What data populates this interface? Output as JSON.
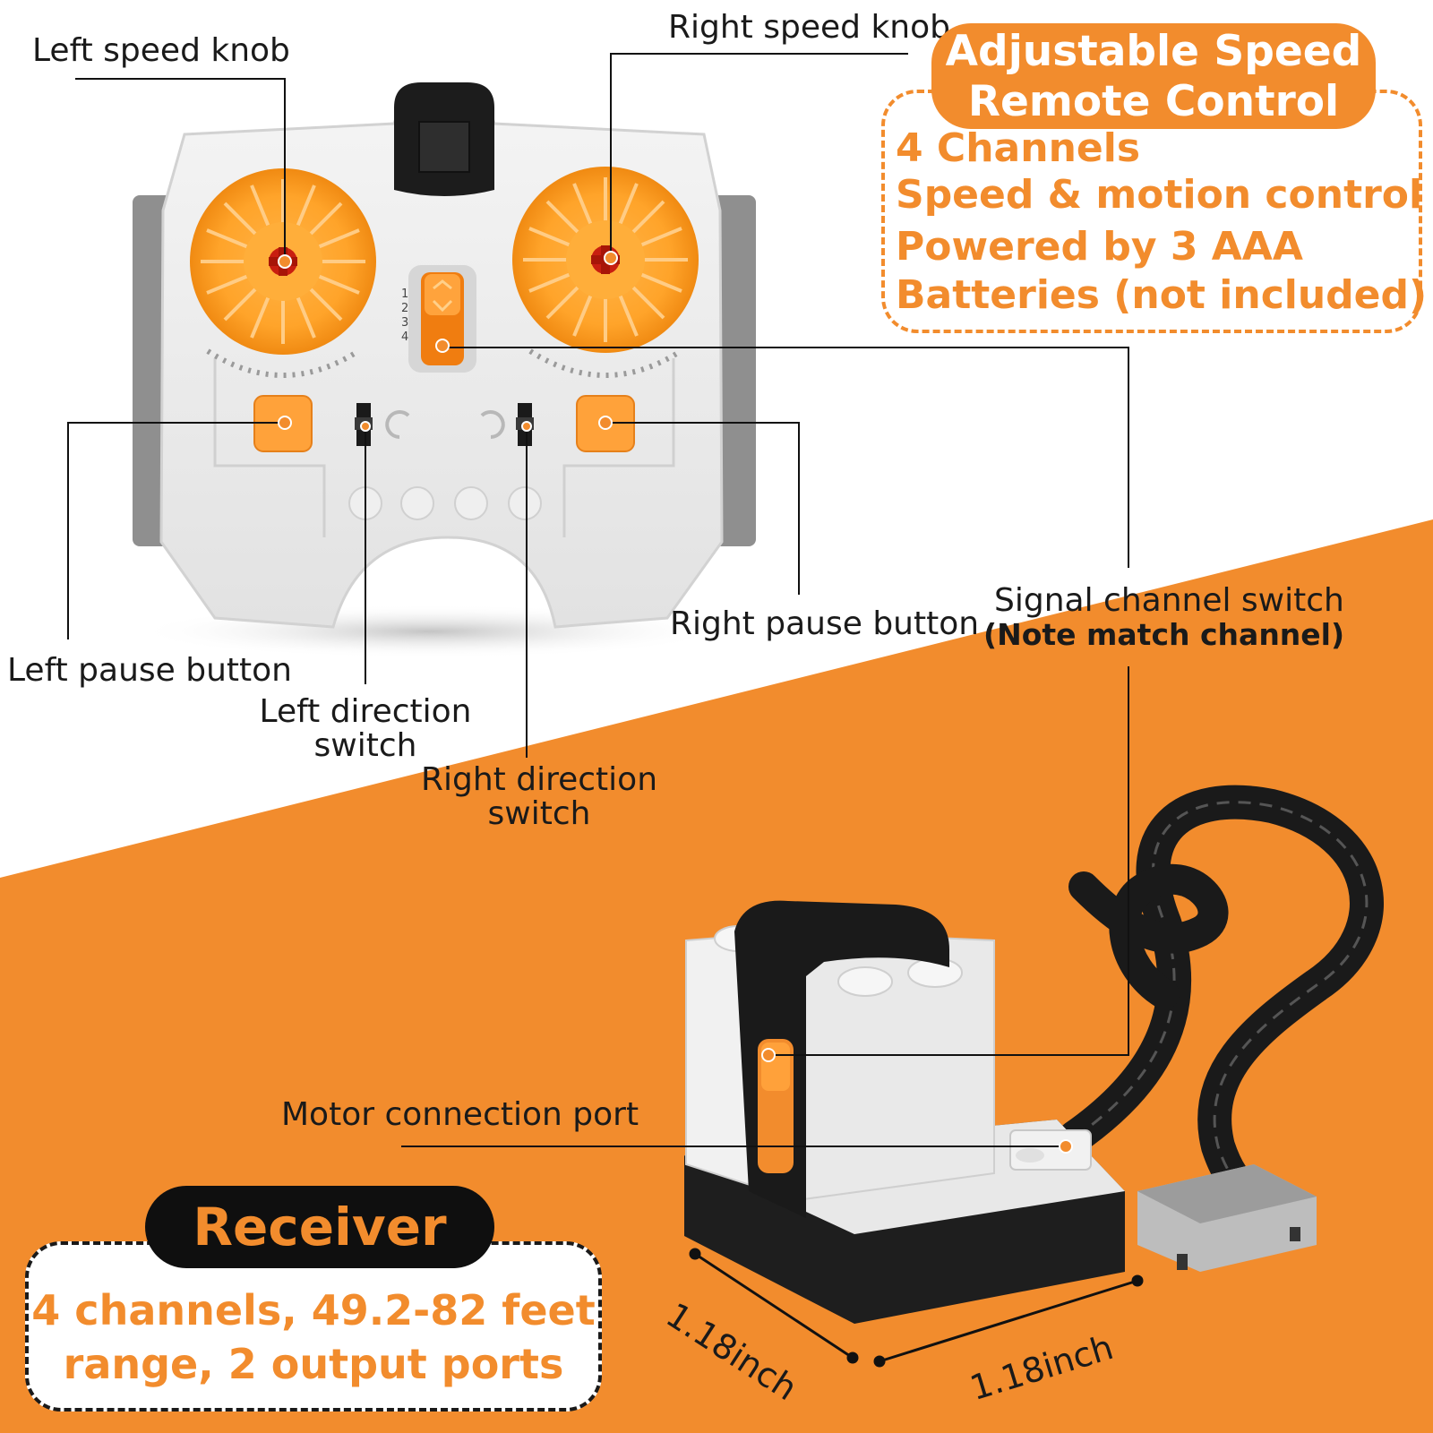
{
  "colors": {
    "accent": "#f28c2d",
    "dark": "#0f0f0f",
    "body_grey": "#e9e9e9"
  },
  "callouts": {
    "left_speed_knob": "Left speed knob",
    "right_speed_knob": "Right speed knob",
    "left_pause_button": "Left pause button",
    "right_pause_button": "Right pause button",
    "left_direction_switch": [
      "Left direction",
      "switch"
    ],
    "right_direction_switch": [
      "Right direction",
      "switch"
    ],
    "signal_channel_switch": "Signal channel switch",
    "signal_channel_note": "(Note match channel)",
    "motor_connection_port": "Motor connection port"
  },
  "remote_feature": {
    "title": [
      "Adjustable Speed",
      "Remote Control"
    ],
    "lines": [
      "4 Channels",
      "Speed & motion control",
      "Powered by 3 AAA",
      "Batteries (not included)"
    ]
  },
  "remote_channel_numbers": [
    "1",
    "2",
    "3",
    "4"
  ],
  "receiver": {
    "title": "Receiver",
    "lines": [
      "4 channels, 49.2-82 feet",
      "range, 2 output ports"
    ],
    "dimensions": {
      "depth": "1.18inch",
      "width": "1.18inch"
    }
  }
}
